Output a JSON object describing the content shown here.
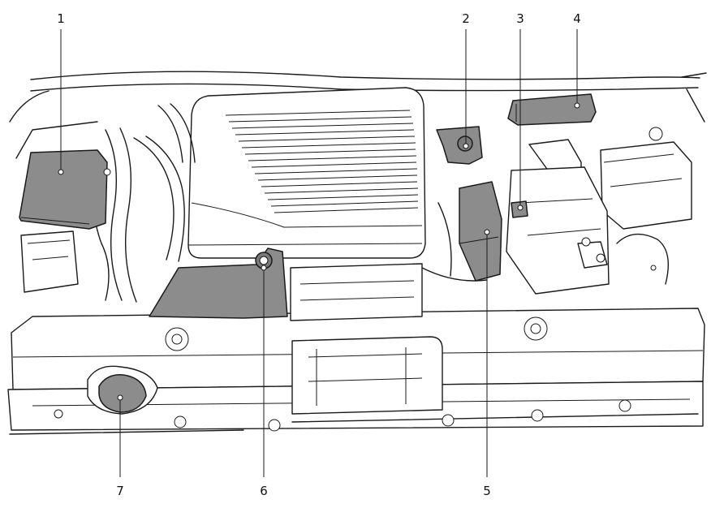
{
  "callouts": [
    {
      "label": "1"
    },
    {
      "label": "2"
    },
    {
      "label": "3"
    },
    {
      "label": "4"
    },
    {
      "label": "5"
    },
    {
      "label": "6"
    },
    {
      "label": "7"
    }
  ],
  "colors": {
    "component_fill": "#8c8c8c",
    "line": "#1a1a1a",
    "background": "#ffffff"
  }
}
